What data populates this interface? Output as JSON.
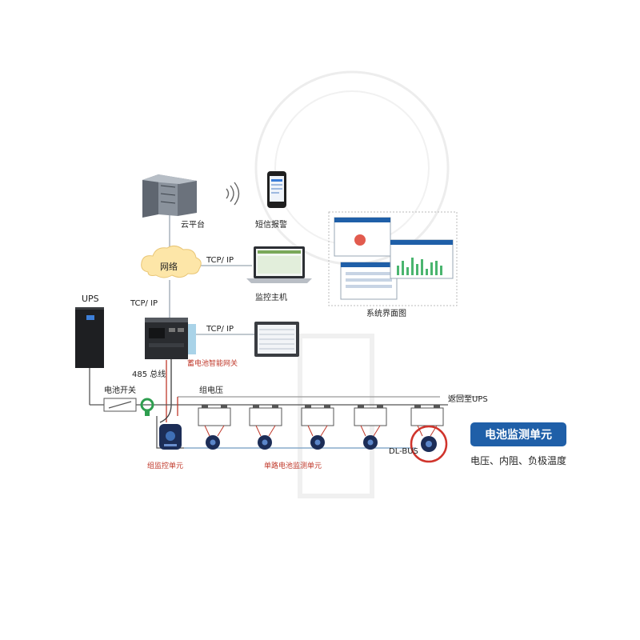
{
  "labels": {
    "cloud_platform": "云平台",
    "sms_alarm": "短信报警",
    "network": "网络",
    "tcp_ip_monitor": "TCP/ IP",
    "monitor_host": "监控主机",
    "system_ui": "系统界面图",
    "tcp_ip_gateway": "TCP/ IP",
    "tcp_ip_panel": "TCP/ IP",
    "ups": "UPS",
    "gateway": "蓄电池智能网关",
    "bus_485": "485 总线",
    "battery_switch": "电池开关",
    "group_voltage": "组电压",
    "return_to_ups": "返回至UPS",
    "dl_bus": "DL-BUS",
    "group_monitor_unit": "组监控单元",
    "single_battery_unit": "单路电池监测单元",
    "bmu_title": "电池监测单元",
    "bmu_desc": "电压、内阻、负极温度"
  },
  "colors": {
    "accent_blue": "#1f5fa8",
    "highlight_red": "#d0342c",
    "wire_red": "#c0392b",
    "sensor_green": "#2e9e4f"
  }
}
